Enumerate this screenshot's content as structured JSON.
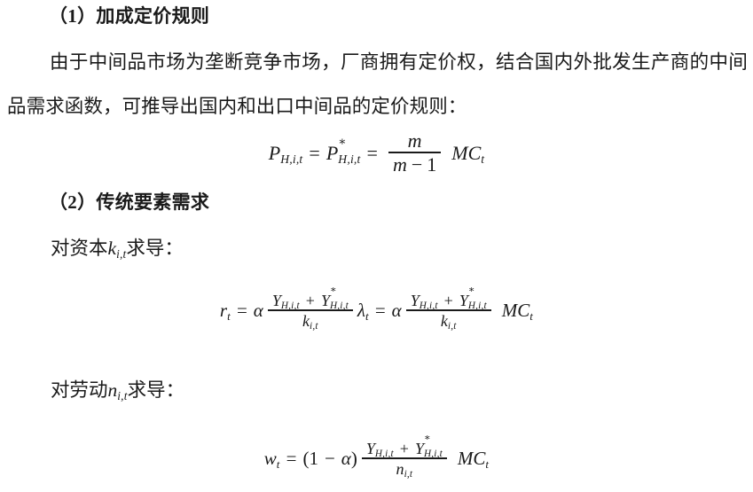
{
  "document": {
    "background_color": "#ffffff",
    "text_color": "#1a1a1a",
    "language": "zh-CN"
  },
  "sections": [
    {
      "heading": "（1）加成定价规则",
      "heading_number": "（1）",
      "heading_text": "加成定价规则",
      "paragraph": "由于中间品市场为垄断竞争市场，厂商拥有定价权，结合国内外批发生产商的中间品需求函数，可推导出国内和出口中间品的定价规则："
    },
    {
      "heading": "（2）传统要素需求",
      "heading_number": "（2）",
      "heading_text": "传统要素需求",
      "leadin_capital": "对资本",
      "leadin_capital_var": "k",
      "leadin_capital_sub": "i,t",
      "leadin_capital_tail": "求导：",
      "leadin_labor": "对劳动",
      "leadin_labor_var": "n",
      "leadin_labor_sub": "i,t",
      "leadin_labor_tail": "求导："
    }
  ],
  "equations": {
    "pricing_rule": {
      "lhs_var": "P",
      "lhs_sub": "H,i,t",
      "eq1": "=",
      "star_var": "P",
      "star_sup": "∗",
      "star_sub": "H,i,t",
      "eq2": "=",
      "frac_num": "m",
      "frac_den_left": "m",
      "frac_den_op": "−",
      "frac_den_right": "1",
      "tail_mc": "MC",
      "tail_mc_sub": "t"
    },
    "capital_foc": {
      "lhs_var": "r",
      "lhs_sub": "t",
      "eq1": "=",
      "alpha1": "α",
      "num_y": "Y",
      "num_y_sub": "H,i,t",
      "num_plus": "+",
      "num_ystar": "Y",
      "num_ystar_sup": "∗",
      "num_ystar_sub": "H,i,t",
      "den_k": "k",
      "den_k_sub": "i,t",
      "lambda": "λ",
      "lambda_sub": "t",
      "eq2": "=",
      "alpha2": "α",
      "tail_mc": "MC",
      "tail_mc_sub": "t"
    },
    "labor_foc": {
      "lhs_var": "w",
      "lhs_sub": "t",
      "eq1": "=",
      "paren_open": "(",
      "one": "1",
      "minus": "−",
      "alpha": "α",
      "paren_close": ")",
      "num_y": "Y",
      "num_y_sub": "H,i,t",
      "num_plus": "+",
      "num_ystar": "Y",
      "num_ystar_sup": "∗",
      "num_ystar_sub": "H,i,t",
      "den_n": "n",
      "den_n_sub": "i,t",
      "tail_mc": "MC",
      "tail_mc_sub": "t"
    }
  }
}
